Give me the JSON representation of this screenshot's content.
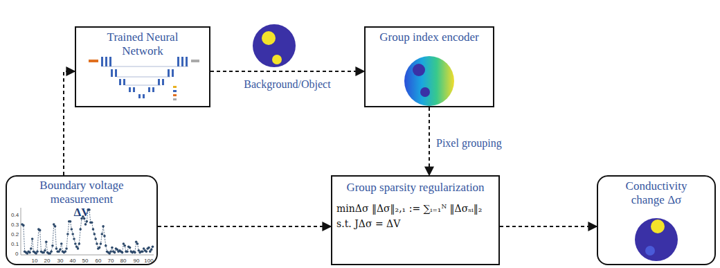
{
  "diagram": {
    "nodes": [
      {
        "text": [
          "Trained Neural Network"
        ]
      },
      {
        "text": [
          "Group index encoder"
        ]
      },
      {
        "text": [
          "Boundary voltage measurement",
          "ΔV"
        ]
      },
      {
        "text": [
          "Group sparsity regularization",
          "minΔσ ‖Δσ‖₂,₁ := ∑ᵢ₌₁ᴺ ‖Δσₛᵢ‖₂",
          "s.t. JΔσ = ΔV"
        ]
      },
      {
        "text": [
          "Conductivity change Δσ"
        ]
      }
    ],
    "edges": [
      {
        "from": 2,
        "to": 0,
        "arrow": "to"
      },
      {
        "from": 0,
        "to": 1,
        "label": "Background/Object",
        "arrow": "to"
      },
      {
        "from": 1,
        "to": 3,
        "label": "Pixel grouping",
        "arrow": "to"
      },
      {
        "from": 2,
        "to": 3,
        "arrow": "to"
      },
      {
        "from": 3,
        "to": 4,
        "arrow": "to"
      }
    ],
    "labels": [
      "10",
      "20",
      "30",
      "40",
      "50",
      "60",
      "70",
      "80",
      "90",
      "100",
      "0",
      "0.1",
      "0.2",
      "0.3",
      "0.4"
    ]
  }
}
